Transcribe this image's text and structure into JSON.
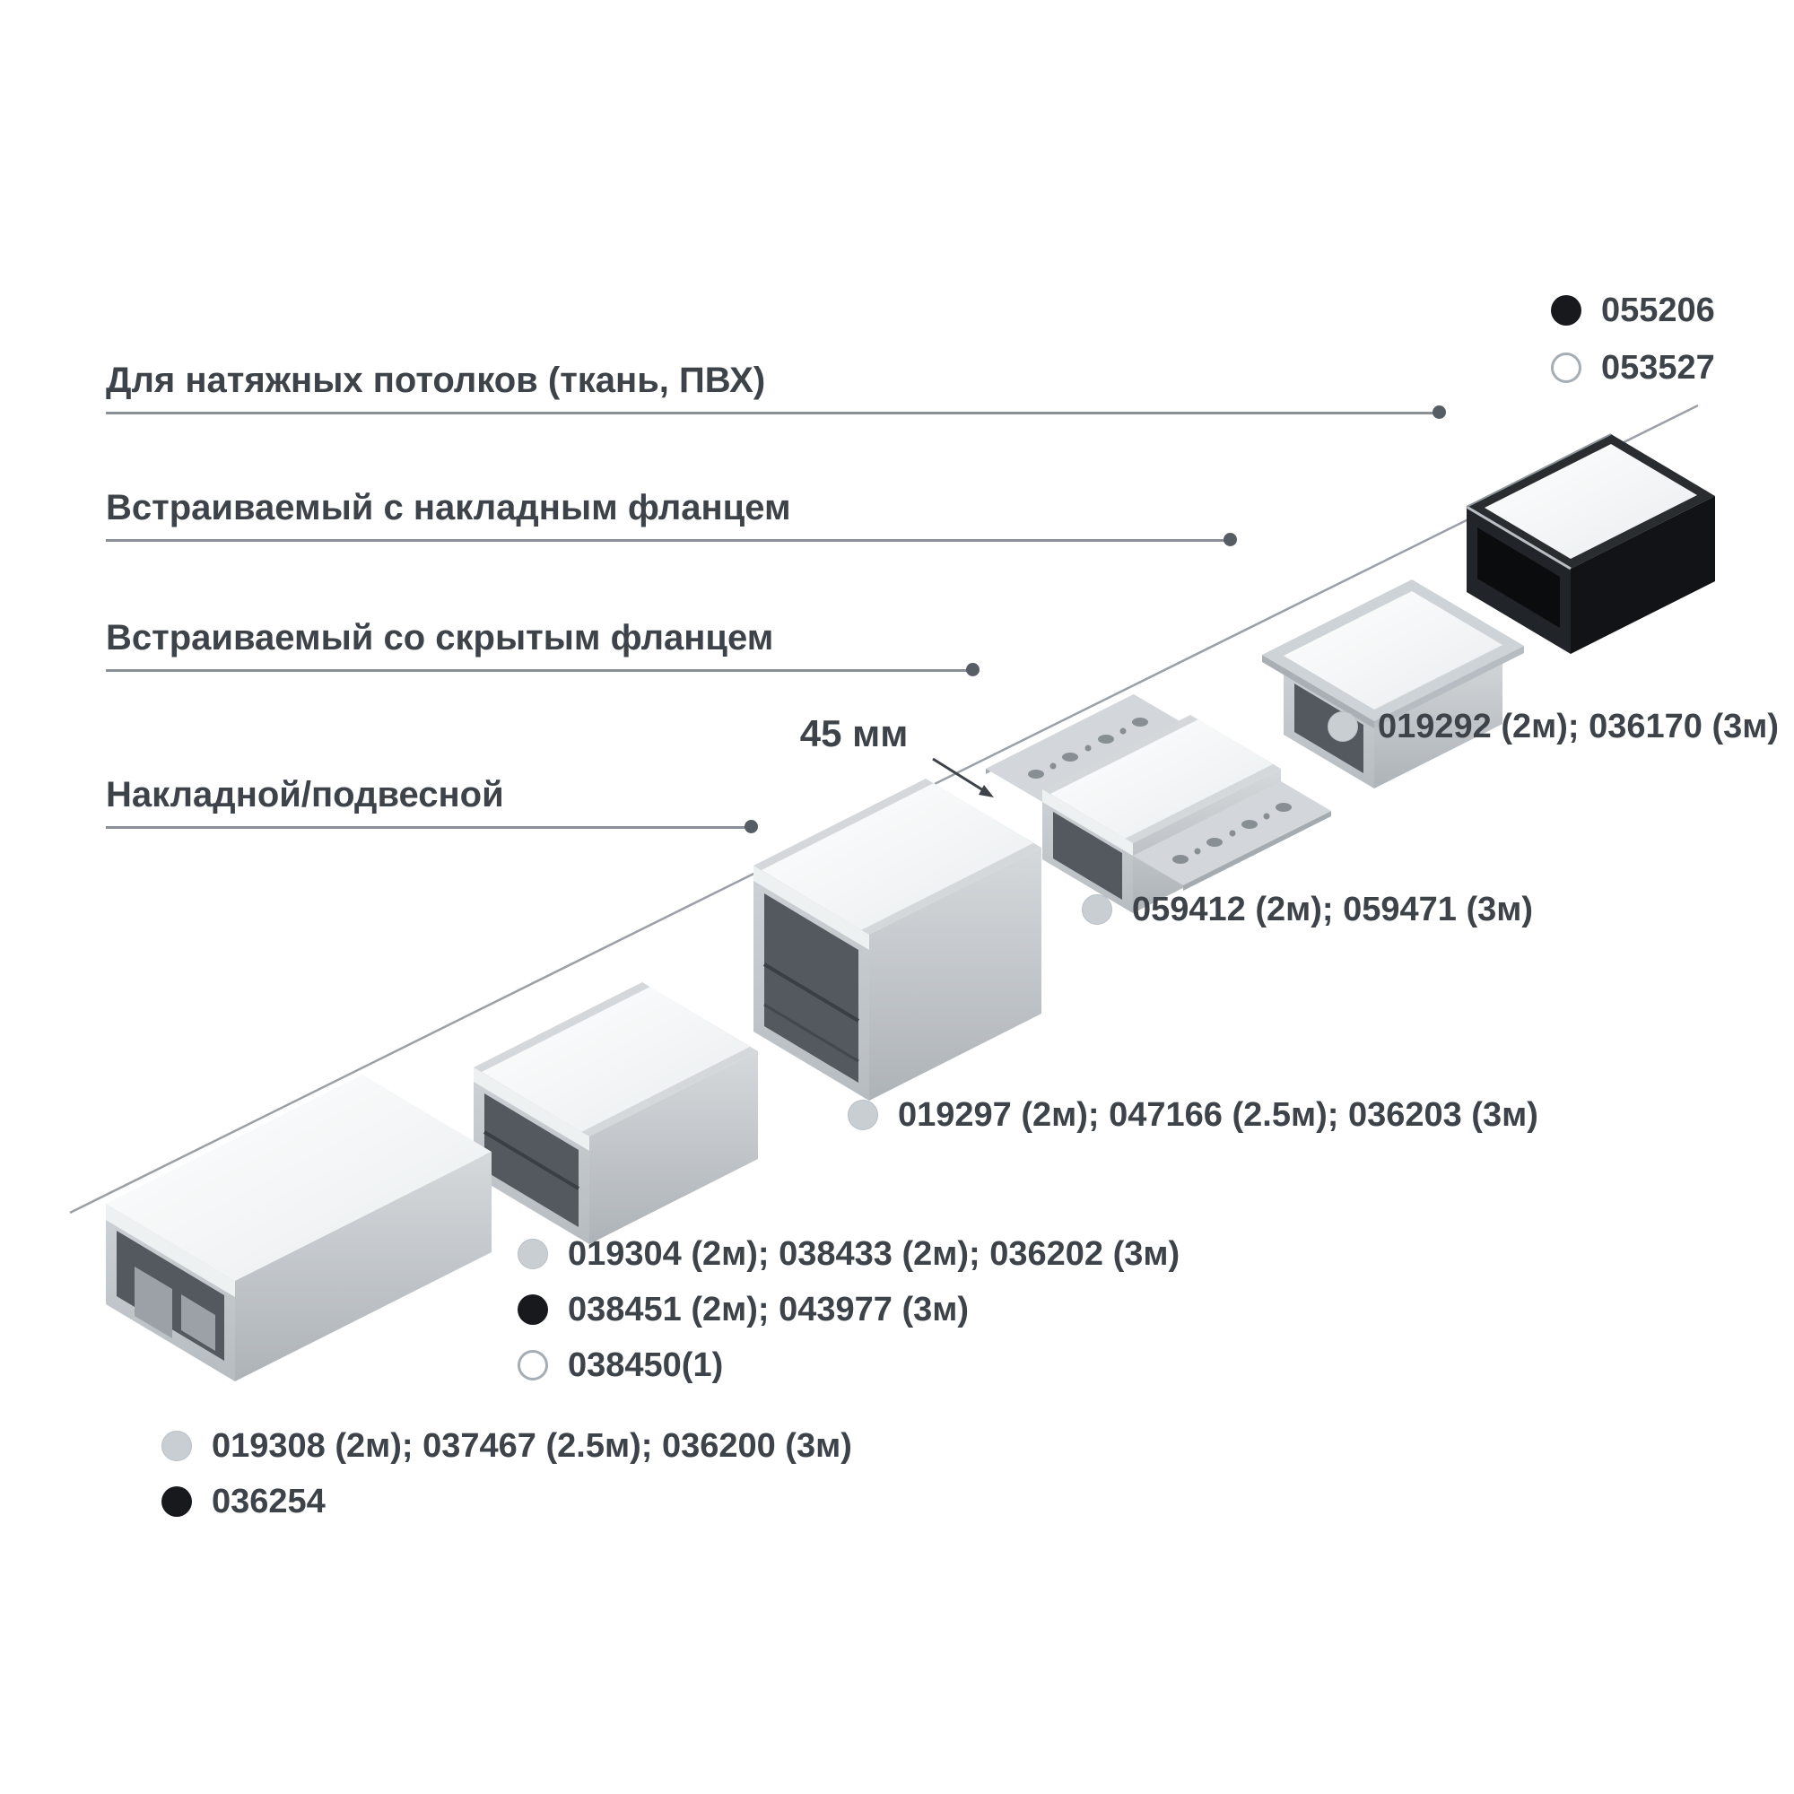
{
  "categories": [
    {
      "label": "Для натяжных потолков (ткань, ПВХ)"
    },
    {
      "label": "Встраиваемый с накладным фланцем"
    },
    {
      "label": "Встраиваемый со скрытым фланцем"
    },
    {
      "label": "Накладной/подвесной"
    }
  ],
  "dimension": {
    "label": "45 мм"
  },
  "legend": {
    "items": [
      {
        "dot": "black",
        "text": "055206"
      },
      {
        "dot": "white",
        "text": "053527"
      },
      {
        "dot": "gray",
        "text": "019292 (2м); 036170 (3м)"
      },
      {
        "dot": "gray",
        "text": "059412 (2м); 059471 (3м)"
      },
      {
        "dot": "gray",
        "text": "019297 (2м); 047166 (2.5м); 036203 (3м)"
      },
      {
        "dot": "gray",
        "text": "019304 (2м); 038433 (2м); 036202 (3м)"
      },
      {
        "dot": "black",
        "text": "038451 (2м); 043977 (3м)"
      },
      {
        "dot": "white",
        "text": "038450(1)"
      },
      {
        "dot": "gray",
        "text": "019308 (2м); 037467 (2.5м); 036200 (3м)"
      },
      {
        "dot": "black",
        "text": "036254"
      }
    ]
  },
  "colors": {
    "text": "#3d4349",
    "leader_line": "#9aa0a6",
    "dot_gray": "#c9ced3",
    "dot_black": "#17191c",
    "dot_white_border": "#a6adb4",
    "diffuser": "#f4f6f7",
    "aluminum": "#c3c8cd",
    "black_profile": "#17191c"
  }
}
